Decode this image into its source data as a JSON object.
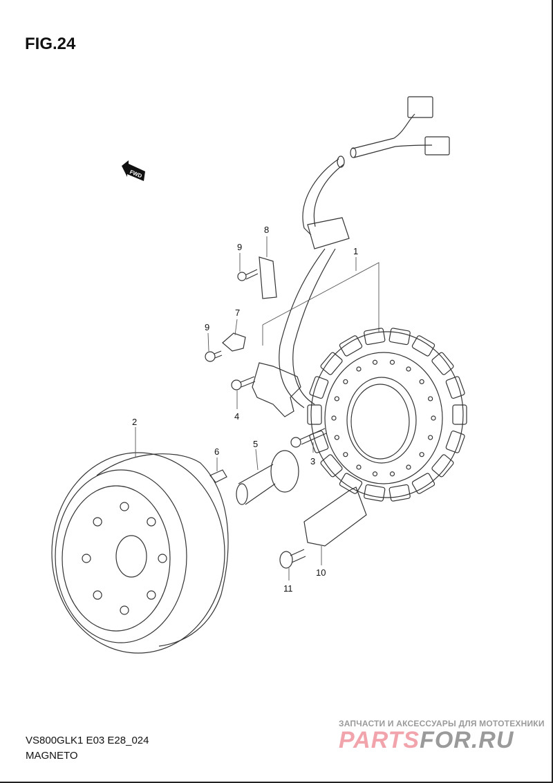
{
  "figure": {
    "title": "FIG.24"
  },
  "fwd_marker": {
    "label": "FWD"
  },
  "parts": [
    {
      "number": "1"
    },
    {
      "number": "2"
    },
    {
      "number": "3"
    },
    {
      "number": "4"
    },
    {
      "number": "5"
    },
    {
      "number": "6"
    },
    {
      "number": "7"
    },
    {
      "number": "8"
    },
    {
      "number": "9"
    },
    {
      "number": "9"
    },
    {
      "number": "10"
    },
    {
      "number": "11"
    }
  ],
  "footer": {
    "model_code": "VS800GLK1 E03 E28_024",
    "section_name": "MAGNETO"
  },
  "watermark": {
    "tagline": "ЗАПЧАСТИ И АКСЕССУАРЫ ДЛЯ МОТОТЕХНИКИ",
    "brand_part1": "PARTS",
    "brand_part2": "FOR.RU"
  }
}
